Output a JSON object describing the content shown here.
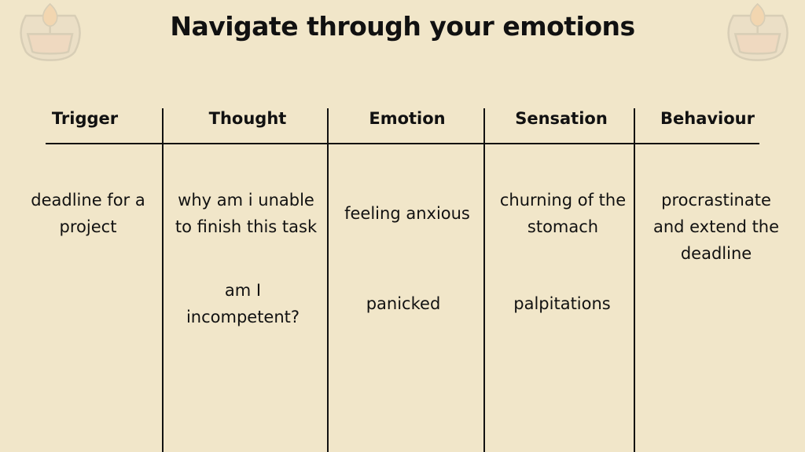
{
  "title": "Navigate through your emotions",
  "headers": [
    "Trigger",
    "Thought",
    "Emotion",
    "Sensation",
    "Behaviour"
  ],
  "rows": {
    "trigger": [
      "deadline for a",
      "project"
    ],
    "thought1": [
      "why am i unable",
      "to finish this task"
    ],
    "thought2": [
      "am I",
      "incompetent?"
    ],
    "emotion1": [
      "feeling anxious"
    ],
    "emotion2": [
      "panicked"
    ],
    "sensation1": [
      "churning of the",
      "stomach"
    ],
    "sensation2": [
      "palpitations"
    ],
    "behaviour": [
      "procrastinate",
      "and extend the",
      "deadline"
    ]
  },
  "icons": [
    "candle-icon",
    "candle-icon"
  ]
}
